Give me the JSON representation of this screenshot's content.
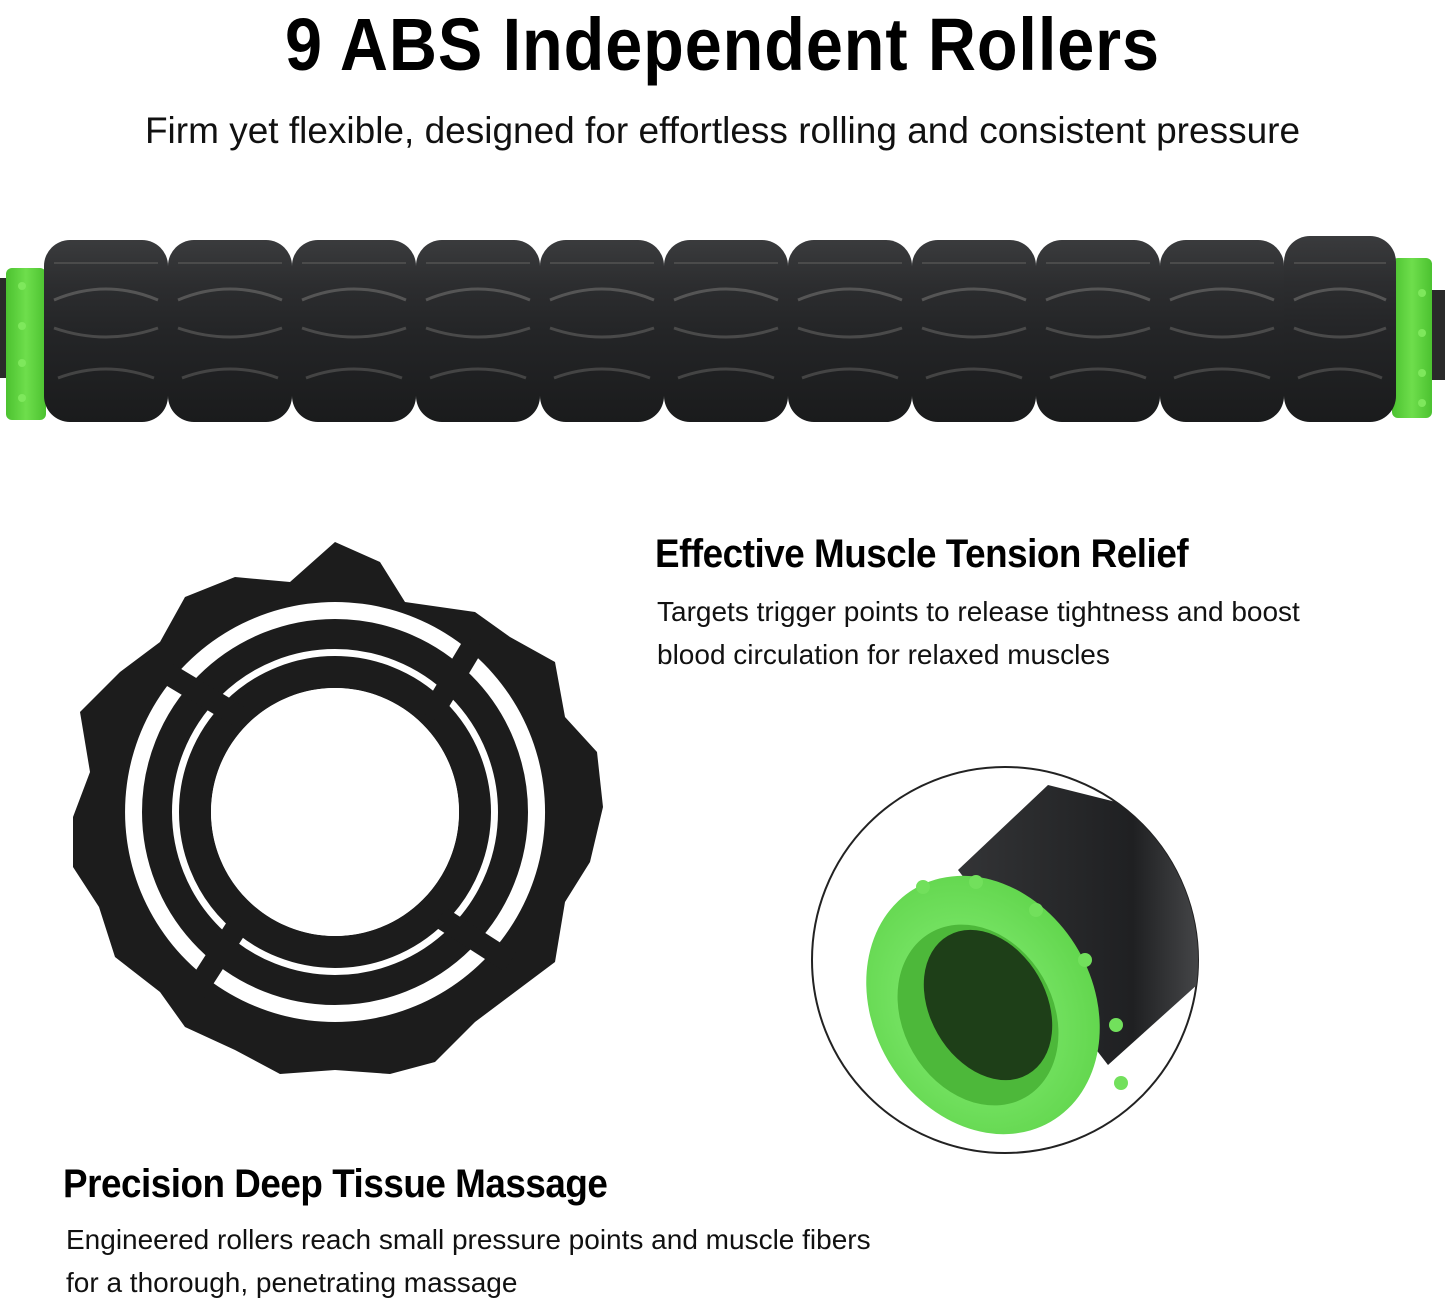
{
  "header": {
    "title": "9 ABS Independent Rollers",
    "subtitle": "Firm yet flexible, designed for effortless rolling and consistent pressure"
  },
  "product_images": {
    "roller_bar": {
      "roller_count_visible": 11,
      "end_cap_color": "#5fd13f",
      "roller_color": "#2a2b2d"
    },
    "roller_cross_section": {
      "lobes": 9,
      "color": "#1c1c1c"
    },
    "end_cap_closeup": {
      "cap_color": "#6ee05a",
      "tube_color": "#2b2c2e"
    }
  },
  "features": [
    {
      "title": "Effective Muscle Tension Relief",
      "description_lines": [
        "Targets trigger points to release tightness and boost",
        "blood circulation for relaxed muscles"
      ]
    },
    {
      "title": "Precision Deep Tissue Massage",
      "description_lines": [
        "Engineered rollers reach small pressure points and muscle fibers",
        "for a thorough, penetrating massage"
      ]
    }
  ],
  "colors": {
    "background": "#ffffff",
    "text": "#000000",
    "accent_green": "#5fd13f"
  }
}
